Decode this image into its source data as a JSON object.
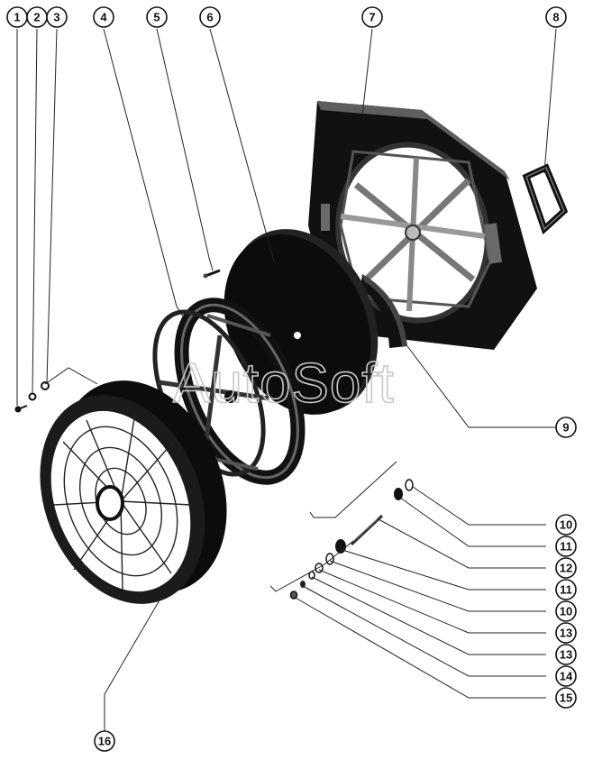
{
  "watermark": "AutoSoft",
  "callouts": [
    "1",
    "2",
    "3",
    "4",
    "5",
    "6",
    "7",
    "8",
    "9",
    "10",
    "11",
    "12",
    "11",
    "10",
    "13",
    "13",
    "14",
    "15",
    "16"
  ],
  "colors": {
    "part_fill": "#111111",
    "part_highlight": "#5a5a5a",
    "leader": "#222222",
    "callout_stroke": "#111111"
  }
}
